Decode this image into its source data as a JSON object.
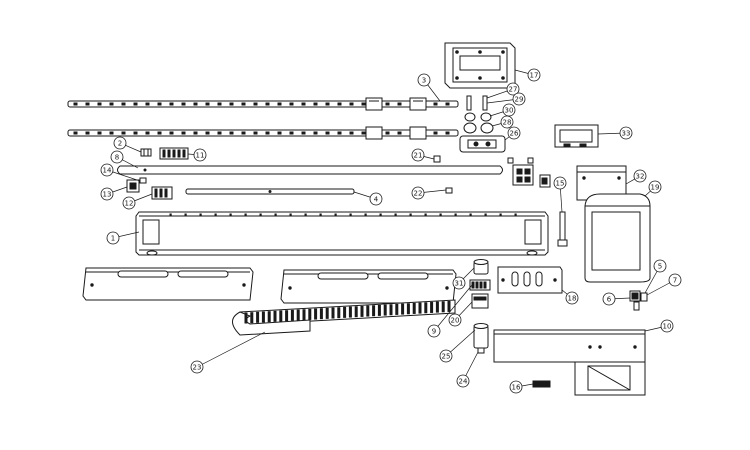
{
  "diagram": {
    "callouts": [
      {
        "id": "c1",
        "label": "1"
      },
      {
        "id": "c2",
        "label": "2"
      },
      {
        "id": "c3",
        "label": "3"
      },
      {
        "id": "c4",
        "label": "4"
      },
      {
        "id": "c5",
        "label": "5"
      },
      {
        "id": "c6",
        "label": "6"
      },
      {
        "id": "c7",
        "label": "7"
      },
      {
        "id": "c8",
        "label": "8"
      },
      {
        "id": "c9",
        "label": "9"
      },
      {
        "id": "c10",
        "label": "10"
      },
      {
        "id": "c11",
        "label": "11"
      },
      {
        "id": "c12",
        "label": "12"
      },
      {
        "id": "c13",
        "label": "13"
      },
      {
        "id": "c14",
        "label": "14"
      },
      {
        "id": "c15",
        "label": "15"
      },
      {
        "id": "c16",
        "label": "16"
      },
      {
        "id": "c17",
        "label": "17"
      },
      {
        "id": "c18",
        "label": "18"
      },
      {
        "id": "c19",
        "label": "19"
      },
      {
        "id": "c20",
        "label": "20"
      },
      {
        "id": "c21",
        "label": "21"
      },
      {
        "id": "c22",
        "label": "22"
      },
      {
        "id": "c23",
        "label": "23"
      },
      {
        "id": "c24",
        "label": "24"
      },
      {
        "id": "c25",
        "label": "25"
      },
      {
        "id": "c26",
        "label": "26"
      },
      {
        "id": "c27",
        "label": "27"
      },
      {
        "id": "c28",
        "label": "28"
      },
      {
        "id": "c29",
        "label": "29"
      },
      {
        "id": "c30",
        "label": "30"
      },
      {
        "id": "c31",
        "label": "31"
      },
      {
        "id": "c32",
        "label": "32"
      },
      {
        "id": "c33",
        "label": "33"
      }
    ]
  }
}
